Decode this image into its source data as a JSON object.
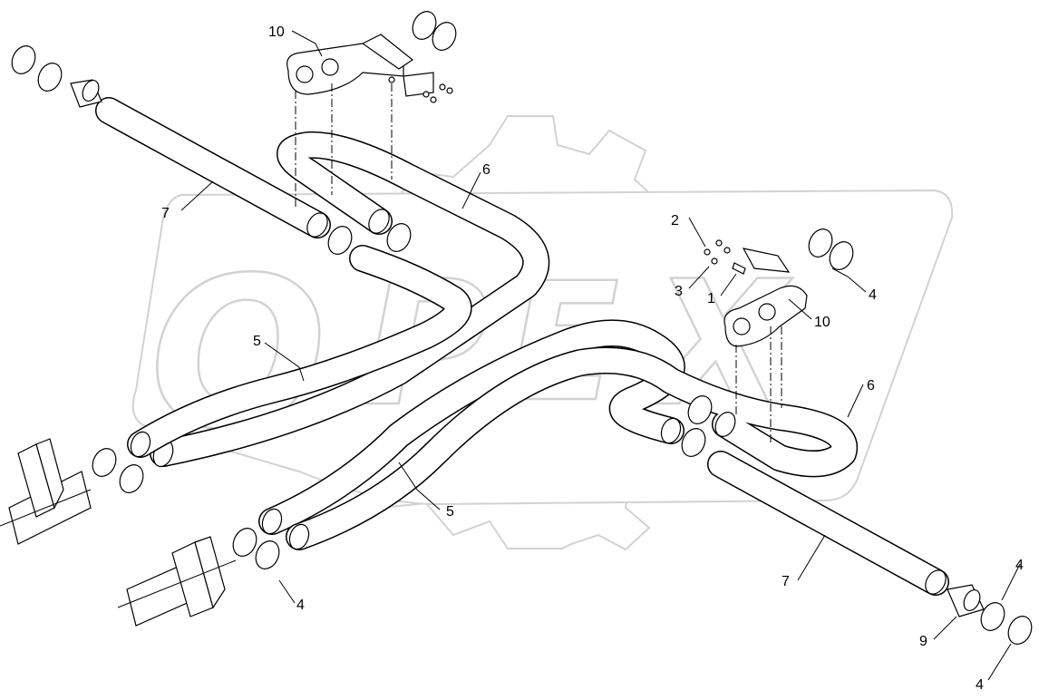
{
  "watermark": {
    "brand_text": "OPEX"
  },
  "callouts": [
    {
      "id": "c10a",
      "text": "10"
    },
    {
      "id": "c7a",
      "text": "7"
    },
    {
      "id": "c6a",
      "text": "6"
    },
    {
      "id": "c5a",
      "text": "5"
    },
    {
      "id": "c2",
      "text": "2"
    },
    {
      "id": "c3",
      "text": "3"
    },
    {
      "id": "c1",
      "text": "1"
    },
    {
      "id": "c4a",
      "text": "4"
    },
    {
      "id": "c10b",
      "text": "10"
    },
    {
      "id": "c6b",
      "text": "6"
    },
    {
      "id": "c5b",
      "text": "5"
    },
    {
      "id": "c4b",
      "text": "4"
    },
    {
      "id": "c7b",
      "text": "7"
    },
    {
      "id": "c4c",
      "text": "4"
    },
    {
      "id": "c9",
      "text": "9"
    },
    {
      "id": "c4d",
      "text": "4"
    }
  ]
}
